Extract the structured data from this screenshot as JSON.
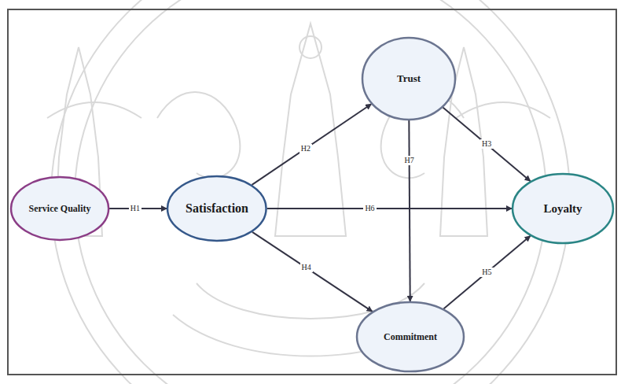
{
  "diagram": {
    "nodes": [
      {
        "text": [
          "Service Quality"
        ]
      },
      {
        "text": [
          "Satisfaction"
        ]
      },
      {
        "text": [
          "Trust"
        ]
      },
      {
        "text": [
          "Commitment"
        ]
      },
      {
        "text": [
          "Loyalty"
        ]
      }
    ],
    "edges": [
      {
        "from": 0,
        "to": 1,
        "label": "H1",
        "arrow": "to"
      },
      {
        "from": 1,
        "to": 2,
        "label": "H2",
        "arrow": "to"
      },
      {
        "from": 2,
        "to": 4,
        "label": "H3",
        "arrow": "to"
      },
      {
        "from": 1,
        "to": 3,
        "label": "H4",
        "arrow": "to"
      },
      {
        "from": 3,
        "to": 4,
        "label": "H5",
        "arrow": "to"
      },
      {
        "from": 1,
        "to": 4,
        "label": "H6",
        "arrow": "to"
      },
      {
        "from": 2,
        "to": 3,
        "label": "H7",
        "arrow": "to"
      }
    ]
  }
}
